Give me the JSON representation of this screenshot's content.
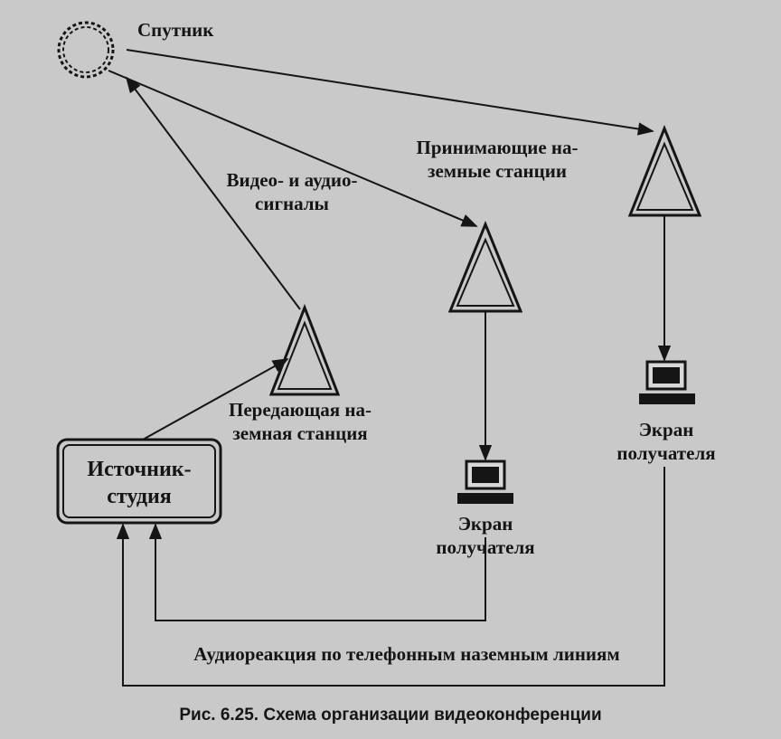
{
  "labels": {
    "satellite": "Спутник",
    "signals": [
      "Видео- и аудио-",
      "сигналы"
    ],
    "receiving_stations": [
      "Принимающие на-",
      "земные станции"
    ],
    "transmitting_station": [
      "Передающая на-",
      "земная станция"
    ],
    "source_studio": [
      "Источник-",
      "студия"
    ],
    "screen_center": [
      "Экран",
      "получателя"
    ],
    "screen_right": [
      "Экран",
      "получателя"
    ],
    "audio_feedback": "Аудиореакция по телефонным наземным линиям"
  },
  "caption": "Рис. 6.25. Схема организации видеоконференции"
}
